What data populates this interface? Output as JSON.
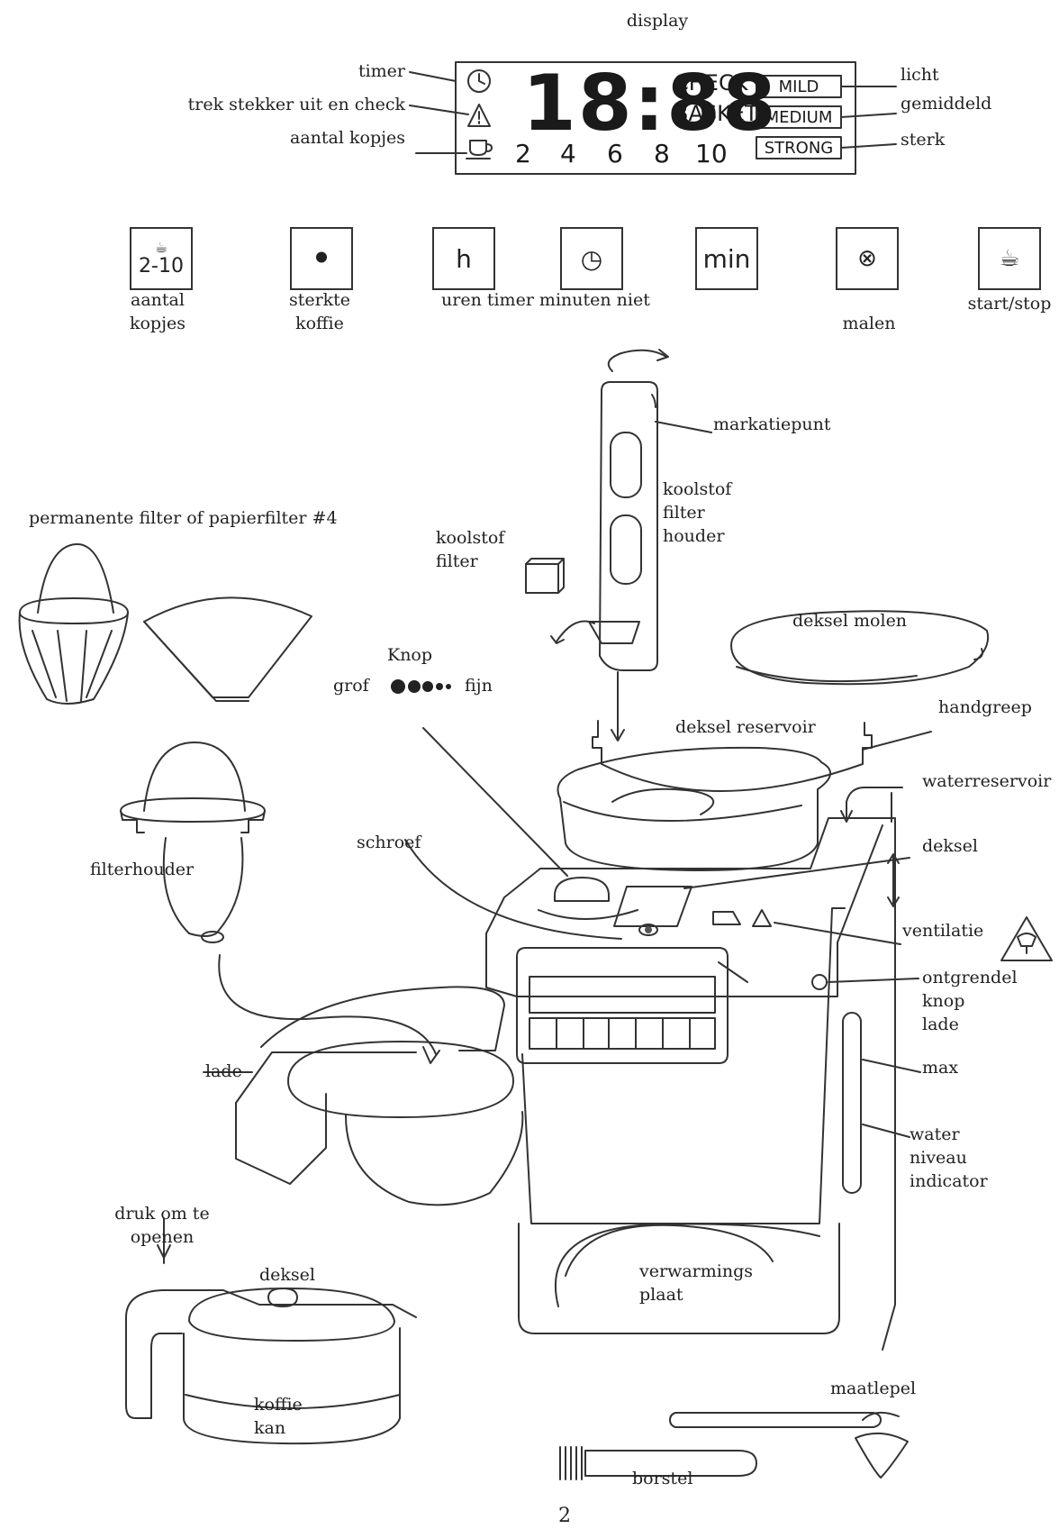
{
  "display_panel": {
    "title": "display",
    "digits": "18:88",
    "check": "CHECK",
    "basket": "BASKET",
    "cups": [
      "2",
      "4",
      "6",
      "8",
      "10"
    ],
    "strengths": [
      "MILD",
      "MEDIUM",
      "STRONG"
    ],
    "left_labels": {
      "timer": "timer",
      "unplug": "trek stekker uit en check",
      "cups": "aantal kopjes"
    },
    "right_labels": {
      "mild": "licht",
      "medium": "gemiddeld",
      "strong": "sterk"
    }
  },
  "buttons": [
    {
      "glyph": "2-10",
      "icon": "cup-icon",
      "label": "aantal\nkopjes"
    },
    {
      "glyph": "",
      "icon": "coffee-beans-icon",
      "label": "sterkte\nkoffie"
    },
    {
      "glyph": "h",
      "icon": "",
      "label": ""
    },
    {
      "glyph": "",
      "icon": "clock-icon",
      "label": ""
    },
    {
      "glyph": "min",
      "icon": "",
      "label": ""
    },
    {
      "glyph": "",
      "icon": "grinder-icon",
      "label": "malen"
    },
    {
      "glyph": "",
      "icon": "steaming-cup-icon",
      "label": "start/stop"
    }
  ],
  "buttons_shared_label": "uren timer minuten niet",
  "parts": {
    "marker": "markatiepunt",
    "carbon_holder": "koolstof\nfilter\nhouder",
    "carbon_filter": "koolstof\nfilter",
    "permanent_filter": "permanente filter of papierfilter #4",
    "knob": "Knop",
    "coarse": "grof",
    "fine": "fijn",
    "grinder_lid": "deksel molen",
    "handle": "handgreep",
    "reservoir_lid": "deksel reservoir",
    "water_reservoir": "waterreservoir",
    "lid": "deksel",
    "screw": "schroef",
    "filter_holder": "filterhouder",
    "ventilation": "ventilatie",
    "release_button": "ontgrendel\nknop\nlade",
    "drawer": "lade",
    "max": "max",
    "water_level": "water\nniveau\nindicator",
    "press_to_open": "druk om te\nopenen",
    "carafe_lid": "deksel",
    "heating_plate": "verwarmings\nplaat",
    "carafe": "koffie\nkan",
    "measuring_spoon": "maatlepel",
    "brush": "borstel"
  },
  "page_number": "2"
}
